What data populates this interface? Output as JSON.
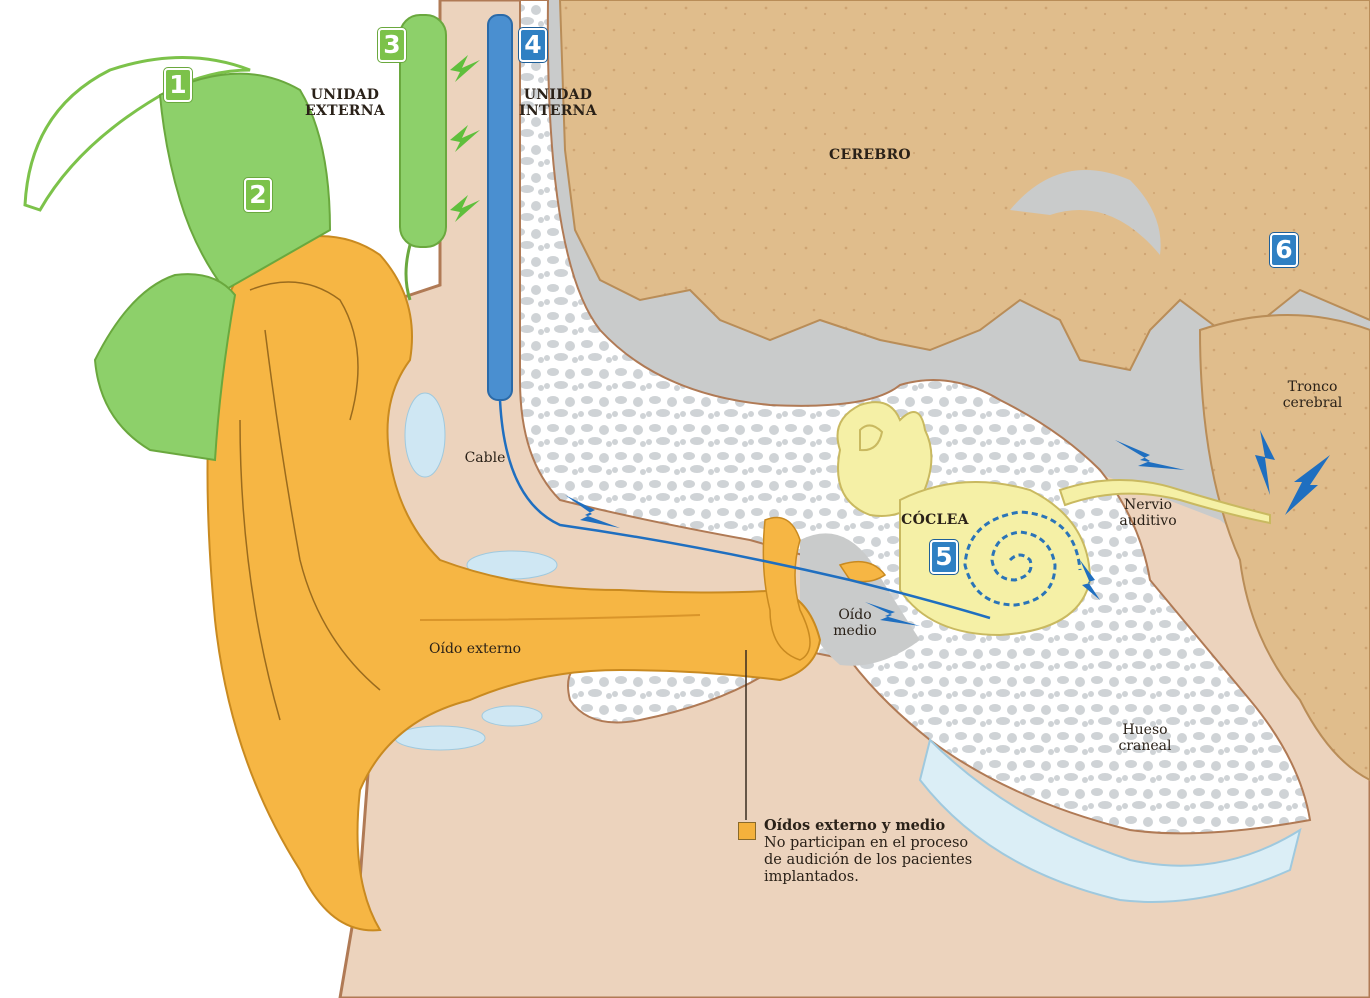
{
  "diagram": {
    "labels": {
      "unidad_externa": "UNIDAD\nEXTERNA",
      "unidad_interna": "UNIDAD\nINTERNA",
      "cerebro": "CEREBRO",
      "coclea": "CÓCLEA",
      "cable": "Cable",
      "oido_externo": "Oído externo",
      "oido_medio": "Oído\nmedio",
      "nervio_auditivo": "Nervio\nauditivo",
      "tronco_cerebral": "Tronco\ncerebral",
      "hueso_craneal": "Hueso\ncraneal"
    },
    "badges": [
      {
        "number": "1",
        "color": "#7cc24a"
      },
      {
        "number": "2",
        "color": "#7cc24a"
      },
      {
        "number": "3",
        "color": "#7cc24a"
      },
      {
        "number": "4",
        "color": "#2f80c3"
      },
      {
        "number": "5",
        "color": "#2f80c3"
      },
      {
        "number": "6",
        "color": "#2f80c3"
      }
    ],
    "note": {
      "title": "Oídos externo y medio",
      "body": "No participan en el proceso de audición de los pacientes implantados."
    },
    "colors": {
      "implant_green": "#8dd06a",
      "implant_blue": "#4a8fd0",
      "ear_orange": "#f6b644",
      "skin": "#ecd3bd",
      "brain": "#e0bd8c",
      "bone": "#ffffff",
      "cavity_gray": "#c9cbcb",
      "cochlea": "#f5f0a6",
      "signal_blue": "#1f6fc0"
    }
  }
}
